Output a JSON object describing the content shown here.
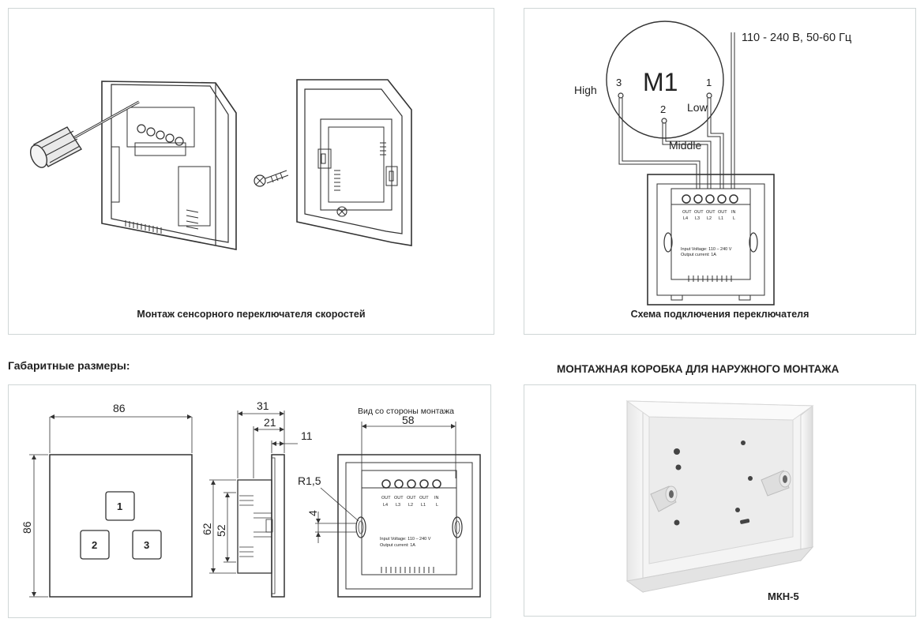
{
  "panels": {
    "mounting": {
      "caption": "Монтаж сенсорного переключателя скоростей"
    },
    "wiring": {
      "caption": "Схема подключения переключателя",
      "motor_label": "M1",
      "power_label": "110 - 240 В, 50-60 Гц",
      "speeds": [
        {
          "num": "3",
          "name": "High"
        },
        {
          "num": "2",
          "name": "Middle"
        },
        {
          "num": "1",
          "name": "Low"
        }
      ],
      "terminals_top": [
        "OUT",
        "OUT",
        "OUT",
        "OUT",
        "IN"
      ],
      "terminals_bottom": [
        "L4",
        "L3",
        "L2",
        "L1",
        "L"
      ],
      "spec_line1": "Input Voltage: 110 – 240 V",
      "spec_line2": "Output current: 1A"
    },
    "dimensions": {
      "heading": "Габаритные размеры:",
      "width": "86",
      "height": "86",
      "depth_total": "31",
      "depth_inner": "21",
      "depth_front": "11",
      "body_height": "62",
      "inner_height": "52",
      "rear_title": "Вид со стороны монтажа",
      "hole_spacing": "58",
      "radius": "R1,5",
      "hole_size": "4",
      "buttons": [
        "1",
        "2",
        "3"
      ],
      "terminals_top": [
        "OUT",
        "OUT",
        "OUT",
        "OUT",
        "IN"
      ],
      "terminals_bottom": [
        "L4",
        "L3",
        "L2",
        "L1",
        "L"
      ],
      "spec_line1": "Input Voltage: 110 – 240 V",
      "spec_line2": "Output current: 1A"
    },
    "box": {
      "heading": "МОНТАЖНАЯ КОРОБКА ДЛЯ НАРУЖНОГО МОНТАЖА",
      "model": "МКН-5"
    }
  }
}
